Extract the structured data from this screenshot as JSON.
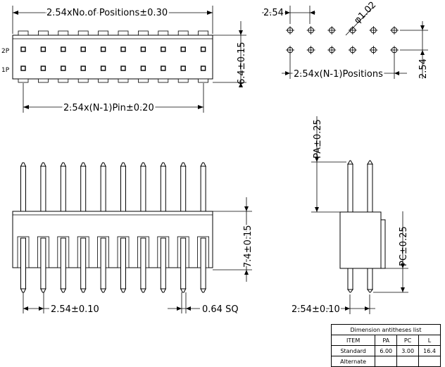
{
  "top_view": {
    "overall_dim": "2.54xNo.of  Positions±0.30",
    "height_dim": "6.4±0.15",
    "row2_label": "2P",
    "row1_label": "1P",
    "pin_dim": "2.54x(N-1)Pin±0.20"
  },
  "footprint": {
    "pitch_dim": "2.54",
    "hole_dim": "φ1.02",
    "span_dim": "2.54x(N-1)Positions",
    "row_pitch_dim": "2.54"
  },
  "front_view": {
    "height_dim": "7.4±0.15",
    "pitch_dim": "2.54±0.10",
    "pin_size": "0.64  SQ"
  },
  "side_view": {
    "pa_dim": "PA±0.25",
    "pc_dim": "PC±0.25",
    "pitch_dim": "2.54±0.10"
  },
  "table": {
    "caption": "Dimension  antitheses  list",
    "headers": [
      "ITEM",
      "PA",
      "PC",
      "L"
    ],
    "rows": [
      [
        "Standard",
        "6.00",
        "3.00",
        "16.4"
      ],
      [
        "Alternate",
        "",
        "",
        ""
      ]
    ]
  }
}
